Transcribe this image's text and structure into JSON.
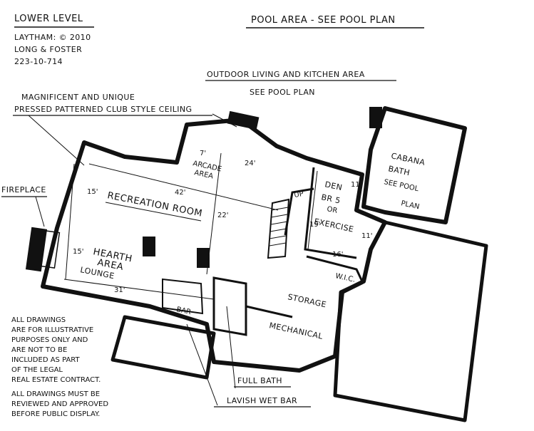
{
  "header": {
    "level_title": "LOWER LEVEL",
    "credit_line1": "LAYTHAM: © 2010",
    "credit_line2": "LONG & FOSTER",
    "credit_line3": "223-10-714",
    "pool_area": "POOL AREA -   SEE POOL PLAN",
    "outdoor_line1": "OUTDOOR LIVING AND KITCHEN AREA",
    "outdoor_line2": "SEE POOL PLAN"
  },
  "callouts": {
    "ceiling_line1": "MAGNIFICENT AND UNIQUE",
    "ceiling_line2": "PRESSED PATTERNED CLUB STYLE CEILING",
    "fireplace": "FIREPLACE",
    "full_bath": "FULL BATH",
    "wet_bar": "LAVISH WET BAR"
  },
  "rooms": {
    "recreation": "RECREATION ROOM",
    "hearth1": "HEARTH",
    "hearth2": "AREA",
    "lounge": "LOUNGE",
    "arcade1": "ARCADE",
    "arcade2": "AREA",
    "den": "DEN",
    "br": "BR 5",
    "or": "OR",
    "exercise": "EXERCISE",
    "cabana": "CABANA",
    "bath": "BATH",
    "see_pool": "SEE POOL",
    "plan": "PLAN",
    "storage": "STORAGE",
    "mechanical": "MECHANICAL",
    "bar": "BAR",
    "wic": "W.I.C.",
    "up": "UP"
  },
  "dimensions": {
    "d42": "42'",
    "d22": "22'",
    "d15a": "15'",
    "d15b": "15'",
    "d31": "31'",
    "d7": "7'",
    "d24": "24'",
    "d11a": "11'",
    "d11b": "11'",
    "d16": "16'",
    "d19": "19'"
  },
  "disclaimer": {
    "l1": "ALL DRAWINGS",
    "l2": "ARE FOR ILLUSTRATIVE",
    "l3": "PURPOSES ONLY AND",
    "l4": "ARE NOT TO BE",
    "l5": "INCLUDED AS PART",
    "l6": "OF THE LEGAL",
    "l7": "REAL ESTATE CONTRACT.",
    "l8": "ALL DRAWINGS MUST BE",
    "l9": "REVIEWED AND APPROVED",
    "l10": "BEFORE PUBLIC DISPLAY."
  }
}
